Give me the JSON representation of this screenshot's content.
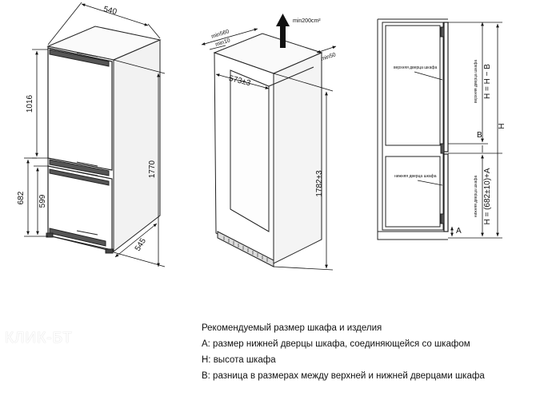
{
  "fridge": {
    "width": "540",
    "depth": "545",
    "total_height": "1770",
    "top_door_height": "1016",
    "bottom_section_height": "682",
    "bottom_door_height": "599"
  },
  "cabinet": {
    "depth_min": "min560",
    "top_offset_min": "min10",
    "vent_area": "min200cm²",
    "side_gap_min": "min50",
    "inner_width": "573±3",
    "height": "1782±3"
  },
  "side_view": {
    "top_door_label": "верхняя дверца шкафа",
    "bottom_door_label": "нижняя дверца шкафа",
    "label_b": "B",
    "label_h": "H",
    "label_a": "A",
    "formula_top": "H = H − B",
    "formula_bottom": "H = (682±10)+A",
    "vertical_note_top": "верхняя дверца шкафа",
    "vertical_note_bottom": "нижняя дверца шкафа"
  },
  "captions": [
    "Рекомендуемый размер шкафа и изделия",
    "A: размер нижней дверцы шкафа, соединяющейся со шкафом",
    "H: высота шкафа",
    "B: разница в размерах между верхней и нижней дверцами шкафа"
  ],
  "watermark": "КЛИК-БТ"
}
